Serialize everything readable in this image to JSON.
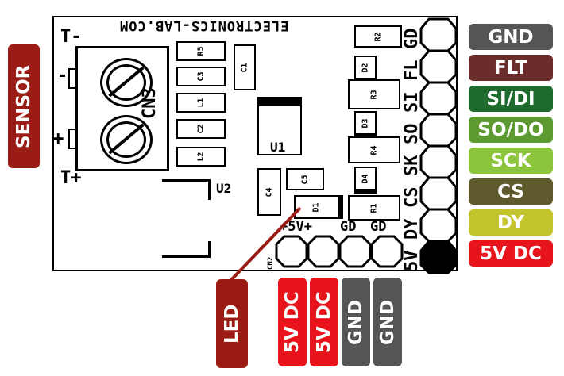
{
  "silkscreen": "ELECTRONICS-LAB.COM",
  "components": {
    "r5": "R5",
    "c3": "C3",
    "l1": "L1",
    "c2": "C2",
    "l2": "L2",
    "c1": "C1",
    "u1": "U1",
    "u2": "U2",
    "c4": "C4",
    "c5": "C5",
    "d1": "D1",
    "r2": "R2",
    "d2": "D2",
    "r3": "R3",
    "d3": "D3",
    "r4": "R4",
    "d4": "D4",
    "r1": "R1",
    "cn3": "CN3",
    "cn2": "CN2"
  },
  "terminal_labels": {
    "t_minus": "T-",
    "minus": "-",
    "plus": "+",
    "t_plus": "T+"
  },
  "connector_silk": [
    "GD",
    "FL",
    "SI",
    "SO",
    "SK",
    "CS",
    "DY",
    "5V"
  ],
  "bottom_silk": [
    "+5V+",
    "GD",
    "GD"
  ],
  "right_pins": [
    {
      "label": "GND",
      "color": "#555555"
    },
    {
      "label": "FLT",
      "color": "#6b2c2c"
    },
    {
      "label": "SI/DI",
      "color": "#1f6b2e"
    },
    {
      "label": "SO/DO",
      "color": "#5d9b32"
    },
    {
      "label": "SCK",
      "color": "#8cc43c"
    },
    {
      "label": "CS",
      "color": "#5e5a2e"
    },
    {
      "label": "DY",
      "color": "#c4c42c"
    },
    {
      "label": "5V DC",
      "color": "#e8141c"
    }
  ],
  "bottom_pins": [
    {
      "label": "5V DC",
      "color": "#e8141c"
    },
    {
      "label": "5V DC",
      "color": "#e8141c"
    },
    {
      "label": "GND",
      "color": "#555555"
    },
    {
      "label": "GND",
      "color": "#555555"
    }
  ],
  "sensor_label": {
    "label": "SENSOR",
    "color": "#9b1c14"
  },
  "led_label": {
    "label": "LED",
    "color": "#9b1c14"
  }
}
